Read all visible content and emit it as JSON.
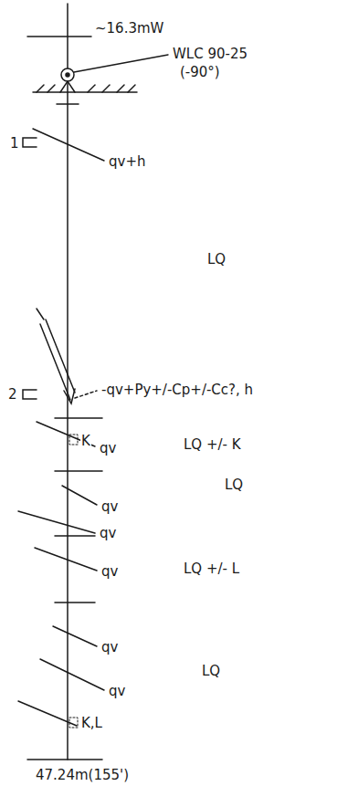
{
  "diagram": {
    "labels": [
      "~16.3mW",
      "WLC 90-25",
      "(-90°)",
      "1",
      "qv+h",
      "LQ",
      "2",
      "-qv+Py+/-Cp+/-Cc?, h",
      "K",
      "qv",
      "LQ +/- K",
      "qv",
      "LQ",
      "qv",
      "qv",
      "LQ +/- L",
      "qv",
      "qv",
      "LQ",
      "K,L",
      "47.24m(155')"
    ]
  }
}
